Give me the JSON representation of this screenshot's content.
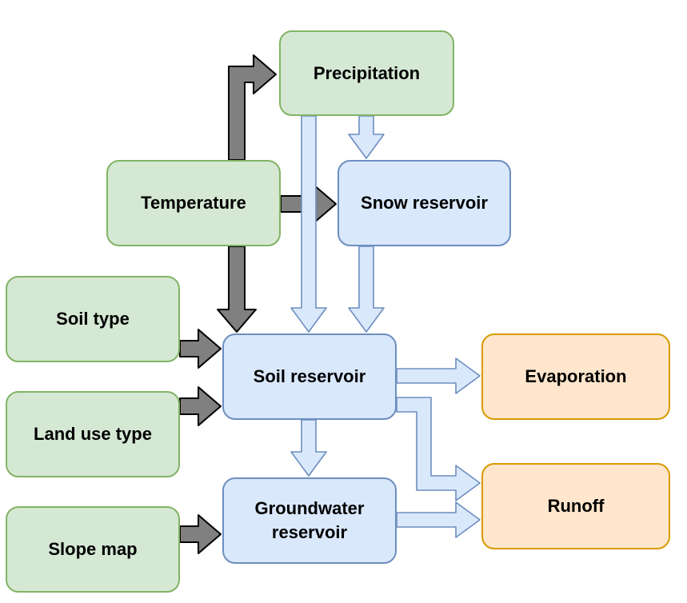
{
  "nodes": {
    "precipitation": {
      "label": "Precipitation",
      "fill": "#d5e8d4",
      "stroke": "#82b366"
    },
    "temperature": {
      "label": "Temperature",
      "fill": "#d5e8d4",
      "stroke": "#82b366"
    },
    "snow_reservoir": {
      "label": "Snow reservoir",
      "fill": "#dae8fc",
      "stroke": "#6c8ebf"
    },
    "soil_type": {
      "label": "Soil type",
      "fill": "#d5e8d4",
      "stroke": "#82b366"
    },
    "soil_reservoir": {
      "label": "Soil reservoir",
      "fill": "#dae8fc",
      "stroke": "#6c8ebf"
    },
    "evaporation": {
      "label": "Evaporation",
      "fill": "#ffe6cc",
      "stroke": "#d79b00"
    },
    "land_use_type": {
      "label": "Land use type",
      "fill": "#d5e8d4",
      "stroke": "#82b366"
    },
    "runoff": {
      "label": "Runoff",
      "fill": "#ffe6cc",
      "stroke": "#d79b00"
    },
    "groundwater_reservoir": {
      "label": "Groundwater\nreservoir",
      "fill": "#dae8fc",
      "stroke": "#6c8ebf"
    },
    "slope_map": {
      "label": "Slope map",
      "fill": "#d5e8d4",
      "stroke": "#82b366"
    }
  },
  "edges": [
    {
      "from": "temperature",
      "to": "precipitation",
      "style": "input"
    },
    {
      "from": "temperature",
      "to": "snow_reservoir",
      "style": "input"
    },
    {
      "from": "temperature",
      "to": "soil_reservoir",
      "style": "input"
    },
    {
      "from": "soil_type",
      "to": "soil_reservoir",
      "style": "input"
    },
    {
      "from": "land_use_type",
      "to": "soil_reservoir",
      "style": "input"
    },
    {
      "from": "slope_map",
      "to": "groundwater_reservoir",
      "style": "input"
    },
    {
      "from": "precipitation",
      "to": "snow_reservoir",
      "style": "flow"
    },
    {
      "from": "precipitation",
      "to": "soil_reservoir",
      "style": "flow"
    },
    {
      "from": "snow_reservoir",
      "to": "soil_reservoir",
      "style": "flow"
    },
    {
      "from": "soil_reservoir",
      "to": "evaporation",
      "style": "flow"
    },
    {
      "from": "soil_reservoir",
      "to": "runoff",
      "style": "flow"
    },
    {
      "from": "soil_reservoir",
      "to": "groundwater_reservoir",
      "style": "flow"
    },
    {
      "from": "groundwater_reservoir",
      "to": "runoff",
      "style": "flow"
    }
  ],
  "arrow_styles": {
    "input": {
      "fill": "#808080",
      "stroke": "#000000"
    },
    "flow": {
      "fill": "#dae8fc",
      "stroke": "#6c8ebf"
    }
  }
}
